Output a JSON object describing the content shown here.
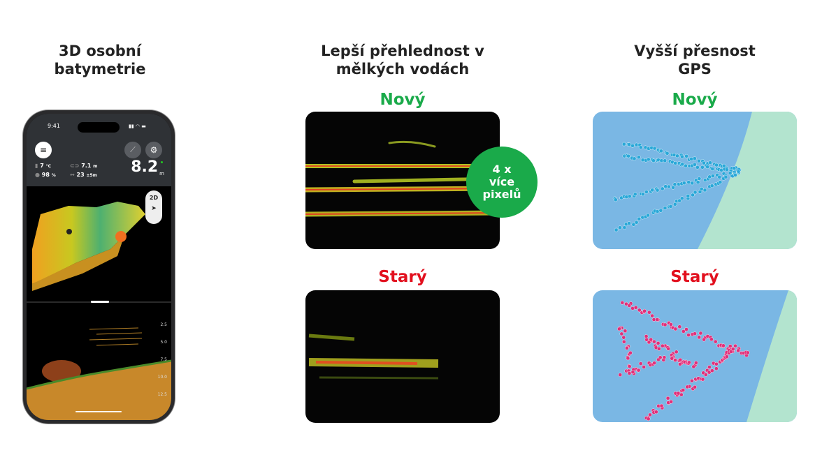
{
  "columns": [
    {
      "title": "3D osobní\nbatymetrie"
    },
    {
      "title": "Lepší přehlednost v\nmělkých vodách",
      "new_label": "Nový",
      "old_label": "Starý",
      "badge": [
        "4 x",
        "více",
        "pixelů"
      ]
    },
    {
      "title": "Vyšší přesnost\nGPS",
      "new_label": "Nový",
      "old_label": "Starý"
    }
  ],
  "phone": {
    "time": "9:41",
    "temp": "7",
    "temp_unit": "°C",
    "battery": "98",
    "battery_unit": "%",
    "depth_small": "7.1",
    "depth_small_unit": "m",
    "distance": "23",
    "distance_unit": "±5m",
    "depth": "8.2",
    "depth_unit": "m",
    "view_2d": "2D",
    "scale": [
      "2.5",
      "5.0",
      "7.5",
      "10.0",
      "12.5"
    ]
  },
  "colors": {
    "green": "#1aaa4a",
    "red": "#e2101e",
    "water": "#7ab7e4",
    "shore": "#b3e4cf"
  }
}
